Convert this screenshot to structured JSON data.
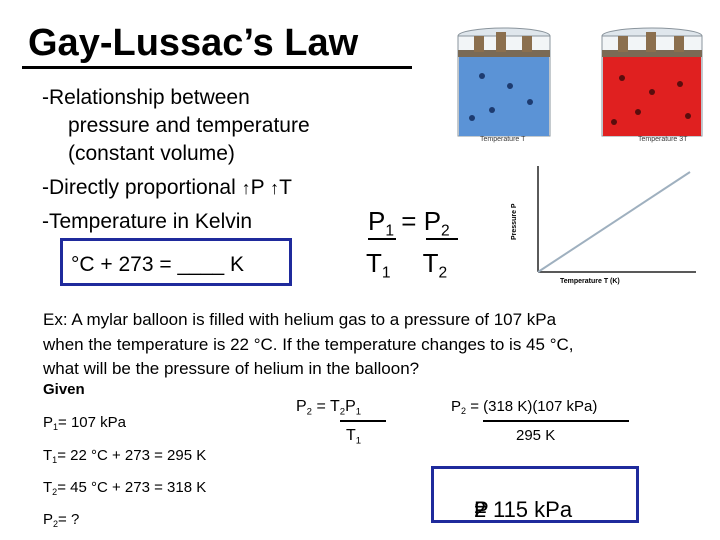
{
  "title": "Gay-Lussac’s Law",
  "bullets": {
    "line1": "-Relationship between",
    "line2": "pressure and temperature",
    "line3": "(constant volume)",
    "line4_text": "-Directly proportional",
    "line4_p": "P",
    "line4_t": "T",
    "line5": "-Temperature in Kelvin"
  },
  "conversion": "°C + 273 = ____ K",
  "law": {
    "p1": "P",
    "p1_sub": "1",
    "equals": "=",
    "p2": "P",
    "p2_sub": "2",
    "t1": "T",
    "t1_sub": "1",
    "t2": "T",
    "t2_sub": "2"
  },
  "illustration": {
    "label_left": "Temperature T",
    "label_right": "Temperature 3T",
    "left_color": "#5b93d6",
    "right_color": "#e02020"
  },
  "graph": {
    "ylabel": "Pressure P",
    "xlabel": "Temperature T (K)",
    "line_color": "#9fb0bf"
  },
  "example": {
    "line1": "Ex: A mylar balloon is filled with helium gas to a pressure of 107 kPa",
    "line2": "when the temperature is 22 °C.  If the temperature changes to is 45 °C,",
    "line3": "what will be the pressure of helium in the balloon?"
  },
  "given": {
    "heading": "Given",
    "p1": "P",
    "p1_sub": "1",
    "p1_val": "= 107 kPa",
    "t1": "T",
    "t1_sub": "1",
    "t1_val": "= 22 °C + 273 = 295 K",
    "t2": "T",
    "t2_sub": "2",
    "t2_val": "= 45 °C + 273 = 318 K",
    "p2": "P",
    "p2_sub": "2",
    "p2_val": "= ?"
  },
  "solve": {
    "lhs": "P",
    "lhs_sub": "2",
    "eq": " =  T",
    "num_sub1": "2",
    "num_p": "P",
    "num_sub2": "1",
    "den": "T",
    "den_sub": "1"
  },
  "plug": {
    "lhs": "P",
    "lhs_sub": "2",
    "numerator": " = (318 K)(107 kPa)",
    "denominator": "295 K"
  },
  "answer": {
    "p": "P",
    "p_sub": "2",
    "val": " = 115 kPa"
  }
}
